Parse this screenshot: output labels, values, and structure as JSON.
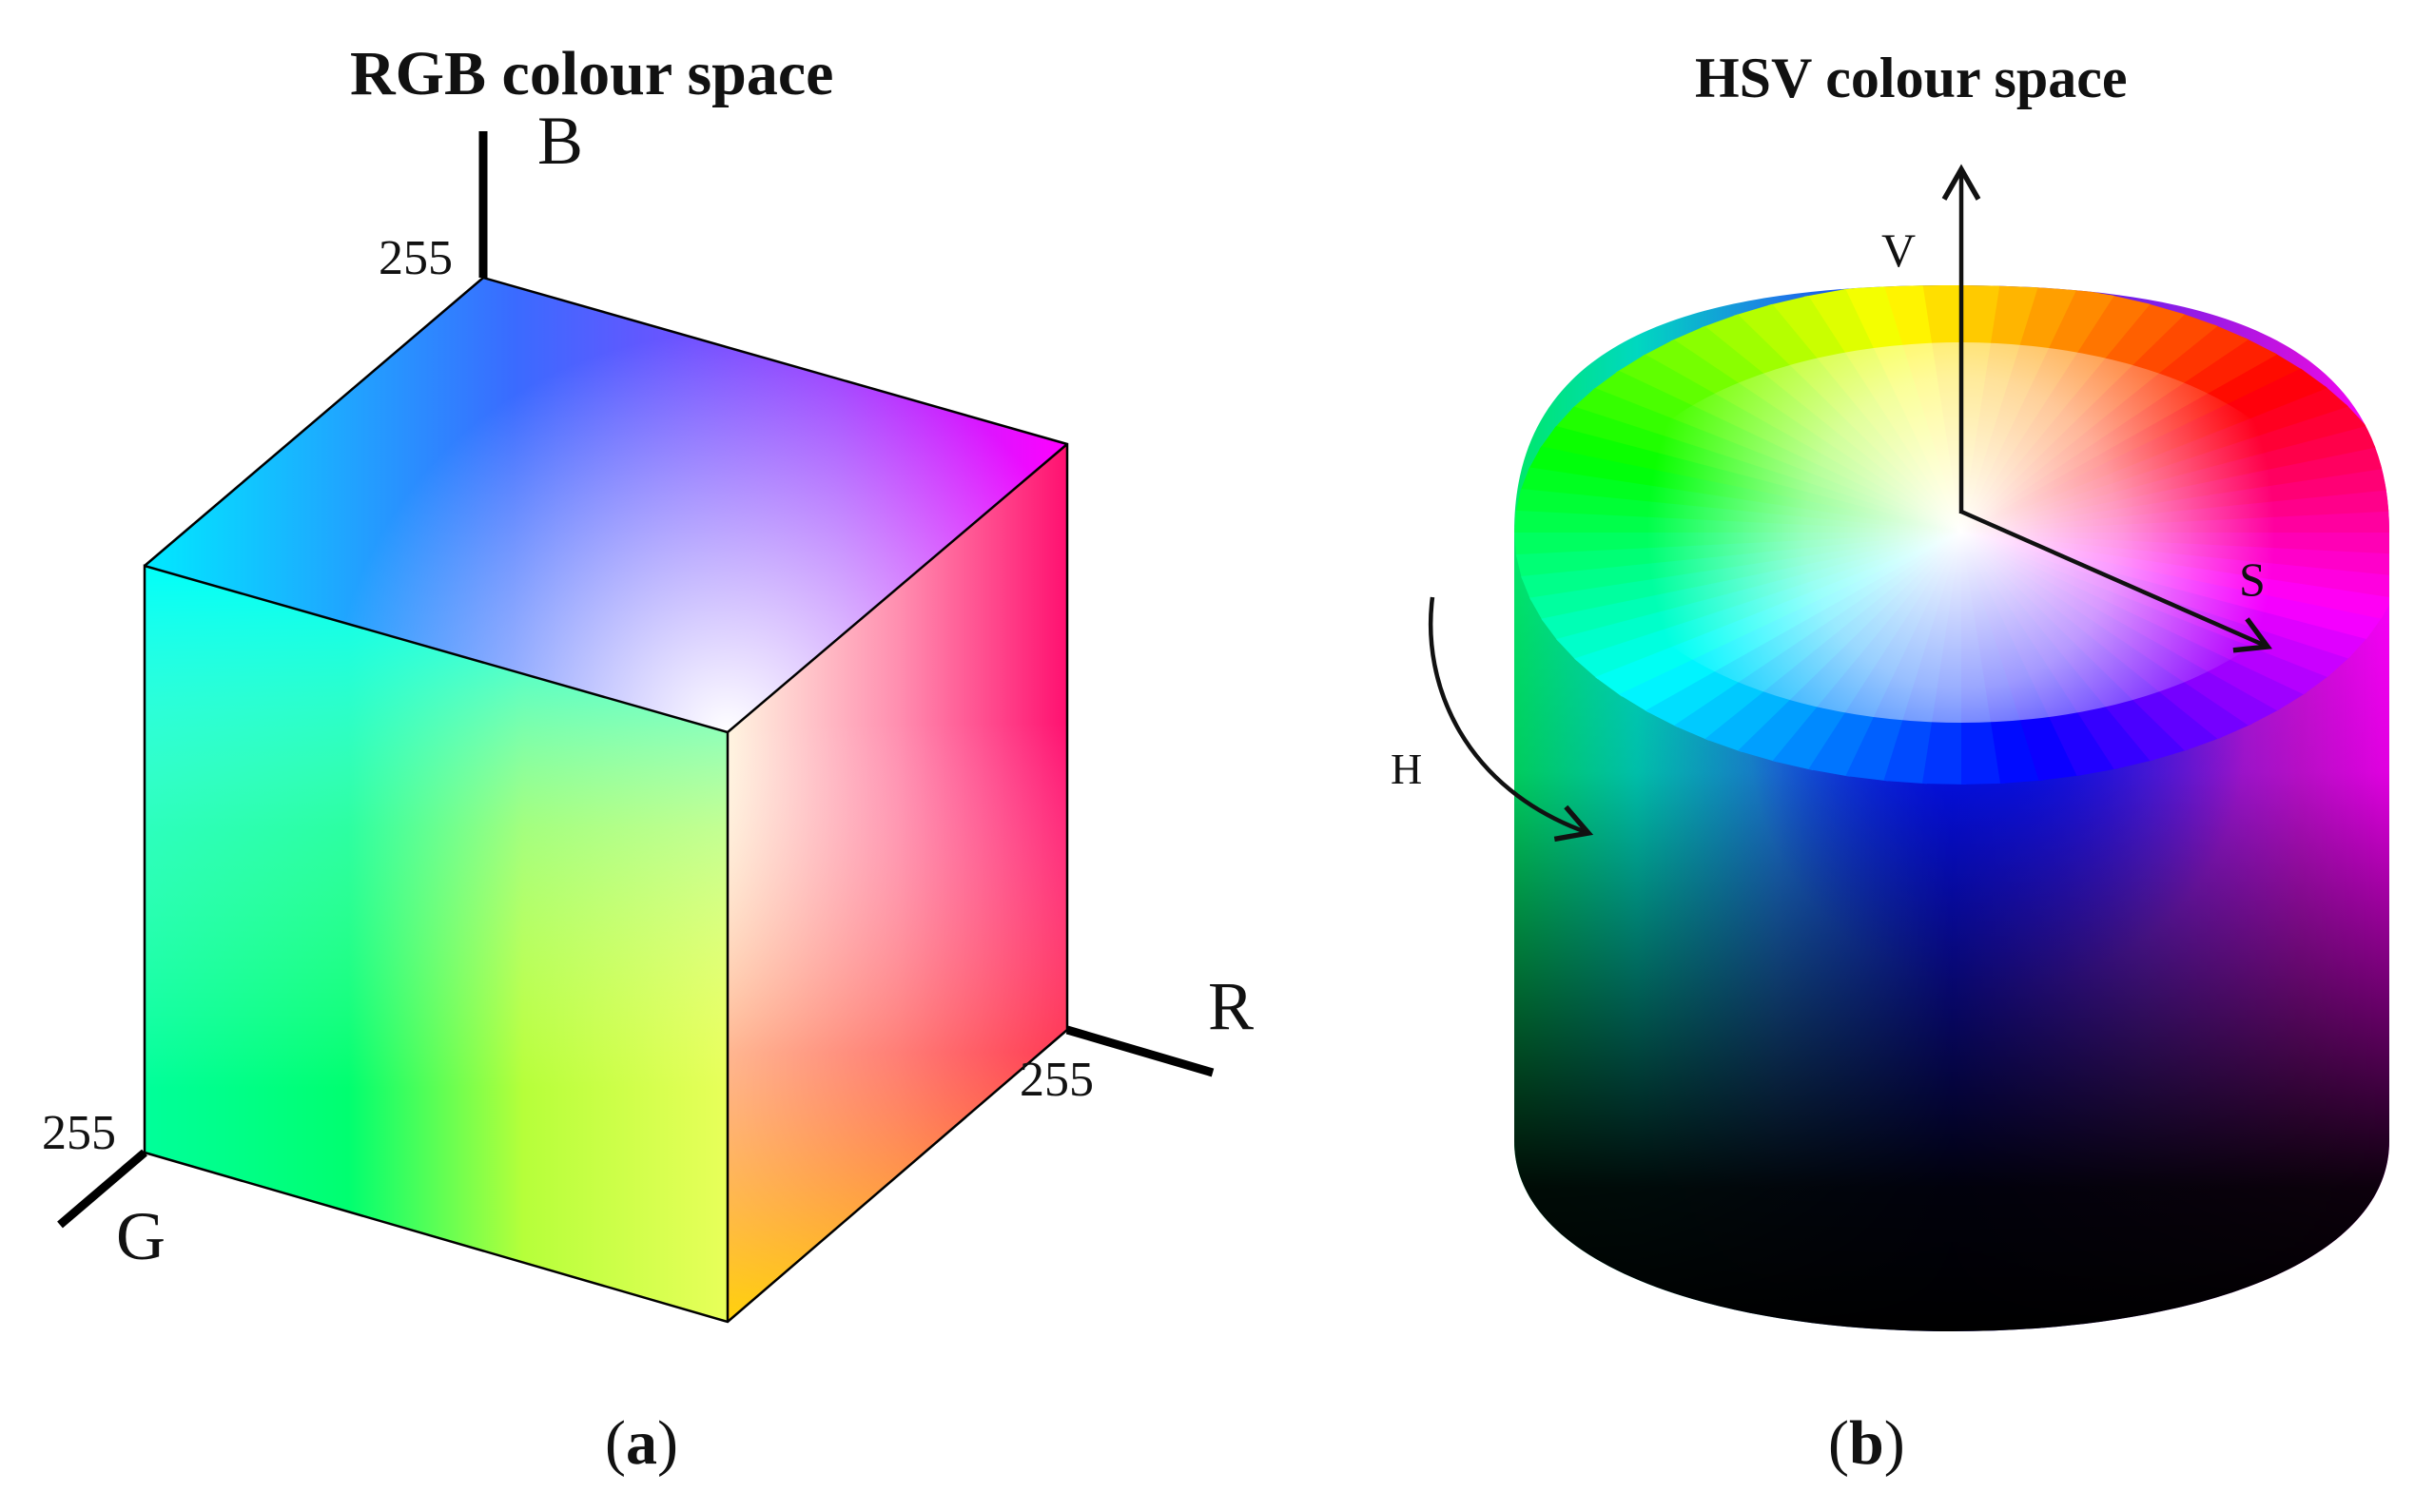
{
  "panel_a": {
    "title": "RGB colour space",
    "caption_open": "(",
    "caption_letter": "a",
    "caption_close": ")",
    "axes": {
      "r": "R",
      "g": "G",
      "b": "B"
    },
    "ticks": {
      "r": "255",
      "g": "255",
      "b": "255"
    },
    "corner_colors": {
      "black": "#000000",
      "red": "#ff0000",
      "green": "#00ff00",
      "blue": "#0000ff",
      "yellow": "#ffff00",
      "cyan": "#00ffff",
      "magenta": "#ff00ff",
      "white": "#ffffff"
    }
  },
  "panel_b": {
    "title": "HSV colour space",
    "caption_open": "(",
    "caption_letter": "b",
    "caption_close": ")",
    "axes": {
      "h": "H",
      "s": "S",
      "v": "V"
    }
  }
}
